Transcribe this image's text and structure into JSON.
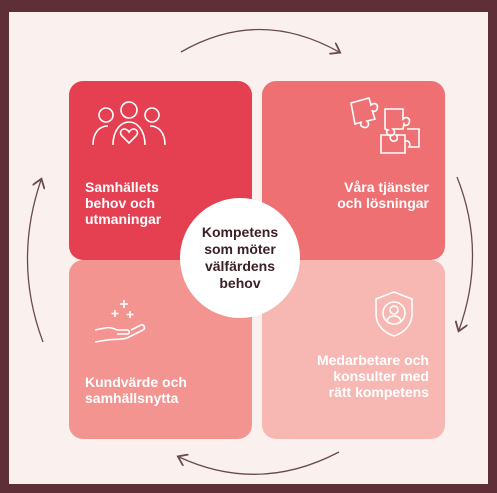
{
  "center": {
    "text": "Kompetens\nsom möter\nvälfärdens\nbehov"
  },
  "tiles": [
    {
      "label": "Samhällets\nbehov och\nutmaningar",
      "icon": "people-heart-icon",
      "color": "#e44052"
    },
    {
      "label": "Våra tjänster\noch lösningar",
      "icon": "puzzle-icon",
      "color": "#ef7072"
    },
    {
      "label": "Kundvärde och\nsamhällsnytta",
      "icon": "hand-sparkles-icon",
      "color": "#f49491"
    },
    {
      "label": "Medarbetare och\nkonsulter med\nrätt kompetens",
      "icon": "shield-person-icon",
      "color": "#f7b8b3"
    }
  ],
  "colors": {
    "background": "#faf1ee",
    "frame": "#5e2f37",
    "arrows": "#6a4a4e",
    "text": "#3a1f24"
  }
}
